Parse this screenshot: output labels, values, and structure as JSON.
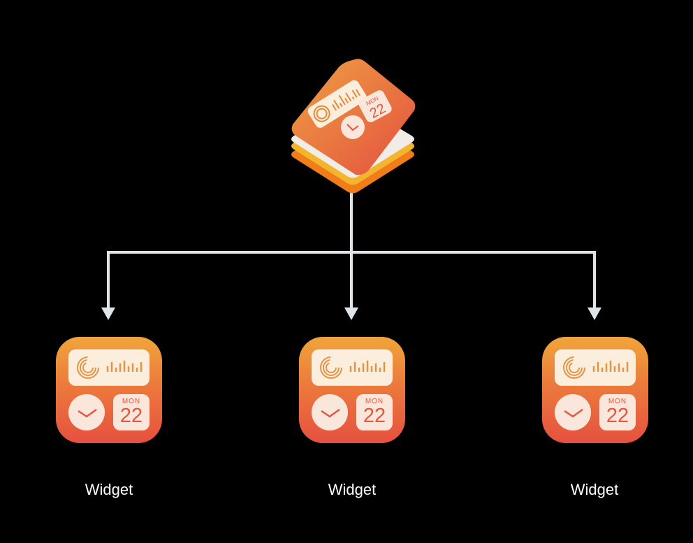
{
  "diagram": {
    "description": "One WidgetKit source feeding three widgets",
    "source": {
      "icon": "widgetkit-app-icon",
      "calendar_weekday": "MON",
      "calendar_day": "22"
    },
    "widgets": [
      {
        "label": "Widget",
        "calendar_weekday": "MON",
        "calendar_day": "22"
      },
      {
        "label": "Widget",
        "calendar_weekday": "MON",
        "calendar_day": "22"
      },
      {
        "label": "Widget",
        "calendar_weekday": "MON",
        "calendar_day": "22"
      }
    ],
    "colors": {
      "background": "#000000",
      "connector": "#dfe4ea",
      "icon_top": "#f0a53a",
      "icon_bottom": "#e5513f",
      "tile": "#fbeedd",
      "accent": "#e0583f"
    }
  }
}
